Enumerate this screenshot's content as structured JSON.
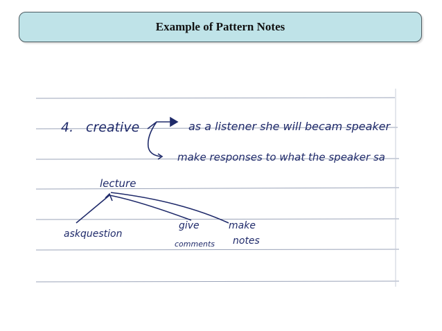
{
  "slide": {
    "title": "Example of Pattern Notes"
  },
  "notes": {
    "line1": {
      "number": "4.",
      "word": "creative",
      "branch_a": "as a listener  she will becam speaker",
      "branch_b": "make responses to what the speaker sa"
    },
    "diagram": {
      "center": "lecture",
      "child_left": "askquestion",
      "child_mid_1": "give",
      "child_mid_2": "comments",
      "child_right_1": "make",
      "child_right_2": "notes"
    }
  },
  "colors": {
    "title_bg": "#bfe3e8",
    "ink": "#1f2a6a",
    "rule_line": "#9aa3b8"
  }
}
